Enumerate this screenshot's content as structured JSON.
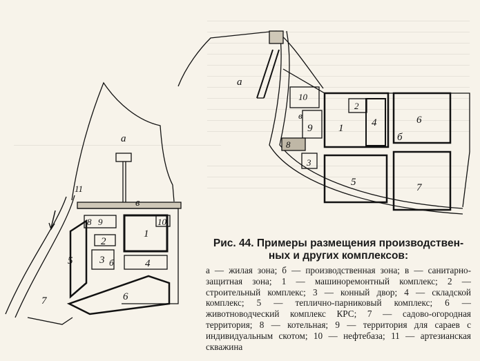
{
  "figure": {
    "title_line1": "Рис. 44. Примеры размещения производствен-",
    "title_line2": "ных и других комплексов:",
    "legend_text": "а — жилая зона; б — производственная зона; в — санитарно-защитная зона; 1 — машиноремонтный комплекс; 2 — строительный комплекс; 3 — конный двор; 4 — складской комплекс; 5 — теплично-парниковый комплекс; 6 — животноводческий комплекс КРС; 7 — садово-огородная территория; 8 — котельная; 9 — территория для сараев с индивидуальным скотом; 10 — нефтебаза; 11 — артезианская скважина"
  },
  "left_plan": {
    "labels": {
      "zone_a": "а",
      "zone_b": "б",
      "zone_v": "в",
      "n1": "1",
      "n2": "2",
      "n3": "3",
      "n4": "4",
      "n5": "5",
      "n6": "6",
      "n7": "7",
      "n8": "8",
      "n9": "9",
      "n10": "10",
      "n11": "11"
    }
  },
  "right_plan": {
    "labels": {
      "zone_a": "а",
      "zone_b": "б",
      "zone_v": "в",
      "n1": "1",
      "n2": "2",
      "n3": "3",
      "n4": "4",
      "n5": "5",
      "n6": "6",
      "n7": "7",
      "n8": "8",
      "n9": "9",
      "n10": "10"
    }
  }
}
